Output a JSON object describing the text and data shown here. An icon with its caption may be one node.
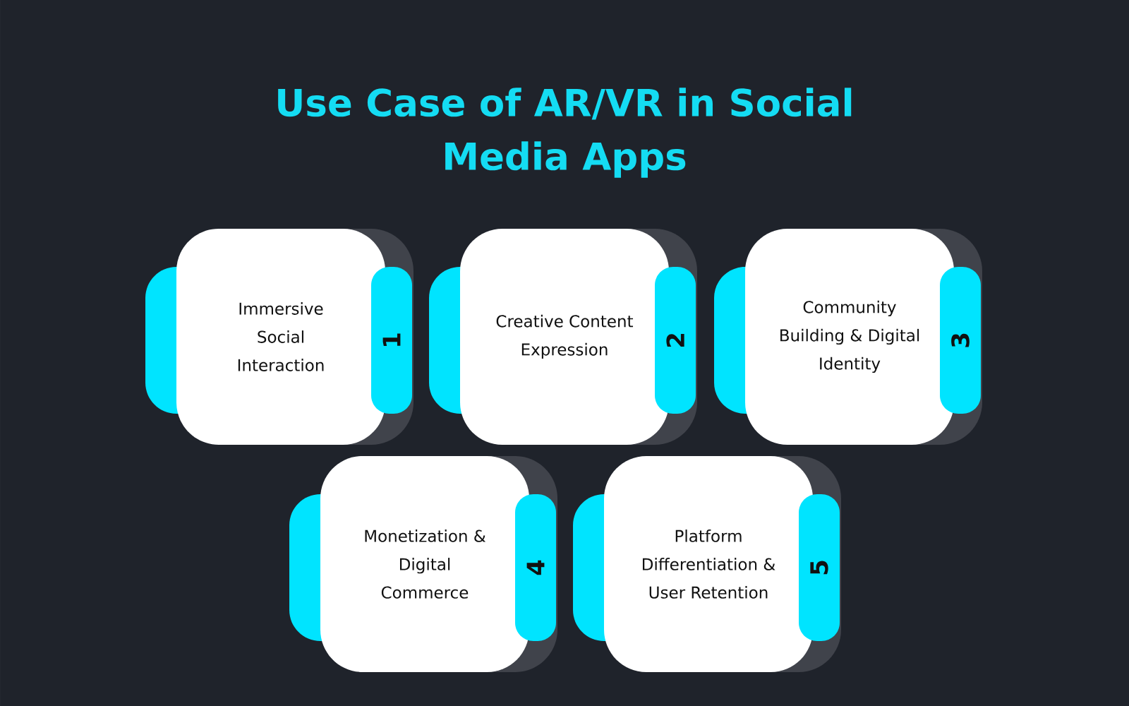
{
  "diagram": {
    "title": "Use Case of AR/VR in Social Media Apps",
    "nodes": [
      {
        "text": [
          "Immersive Social Interaction",
          "1"
        ]
      },
      {
        "text": [
          "Creative Content Expression",
          "2"
        ]
      },
      {
        "text": [
          "Community Building & Digital Identity",
          "3"
        ]
      },
      {
        "text": [
          "Monetization & Digital Commerce",
          "4"
        ]
      },
      {
        "text": [
          "Platform Differentiation & User Retention",
          "5"
        ]
      }
    ]
  }
}
